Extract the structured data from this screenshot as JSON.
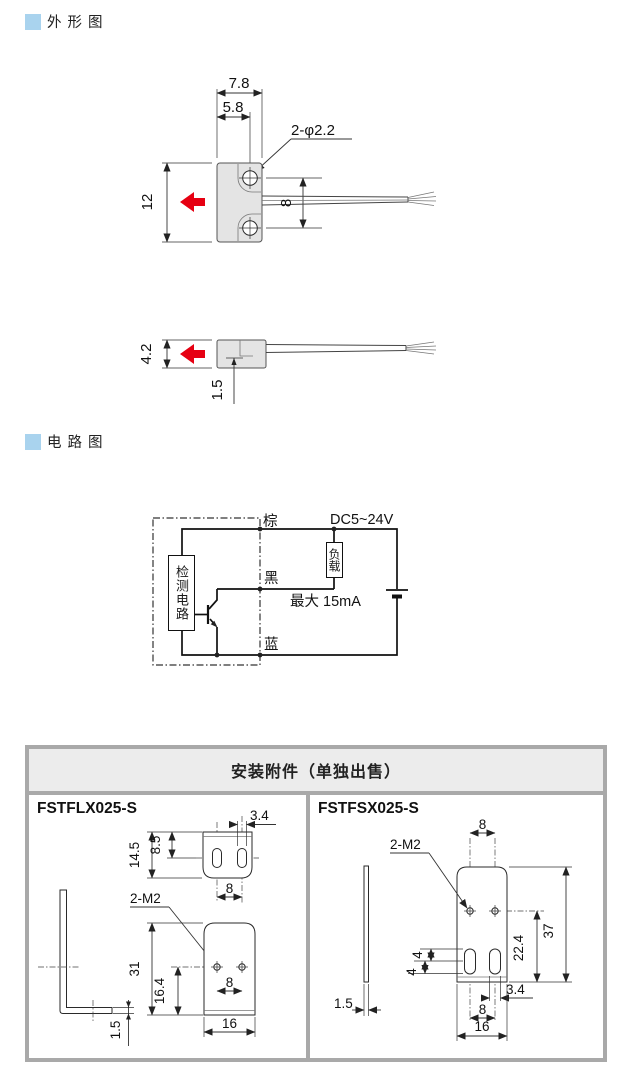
{
  "colors": {
    "accent": "#a9d3ee",
    "arrow_red": "#e60012"
  },
  "sections": {
    "outline_title": "外 形 图",
    "circuit_title": "电 路 图"
  },
  "outline": {
    "front": {
      "dim_width": "7.8",
      "dim_width_inner": "5.8",
      "holes_label": "2-φ2.2",
      "dim_height": "12",
      "dim_hole_spacing": "8"
    },
    "side": {
      "dim_height": "4.2",
      "dim_offset": "1.5"
    }
  },
  "circuit": {
    "wire_brown": "棕",
    "wire_black": "黑",
    "wire_blue": "蓝",
    "supply": "DC5~24V",
    "load": "负载",
    "detector": "检测电路",
    "max_current": "最大 15mA"
  },
  "accessories": {
    "header": "安装附件（单独出售）",
    "left": {
      "model": "FSTFLX025-S",
      "dim_slot_width": "3.4",
      "dim_height_total": "14.5",
      "dim_slot_center": "8.5",
      "dim_slot_spacing": "8",
      "thread_label": "2-M2",
      "dim_front_height": "31",
      "dim_hole_height": "16.4",
      "dim_hole_spacing": "8",
      "dim_width": "16",
      "dim_thickness": "1.5"
    },
    "right": {
      "model": "FSTFSX025-S",
      "thread_label": "2-M2",
      "dim_hole_spacing_top": "8",
      "dim_height_total": "37",
      "dim_slot_bottom": "22.4",
      "dim_slot_a": "4",
      "dim_slot_b": "4",
      "dim_slot_width": "3.4",
      "dim_slot_spacing": "8",
      "dim_width": "16",
      "dim_thickness": "1.5"
    }
  }
}
